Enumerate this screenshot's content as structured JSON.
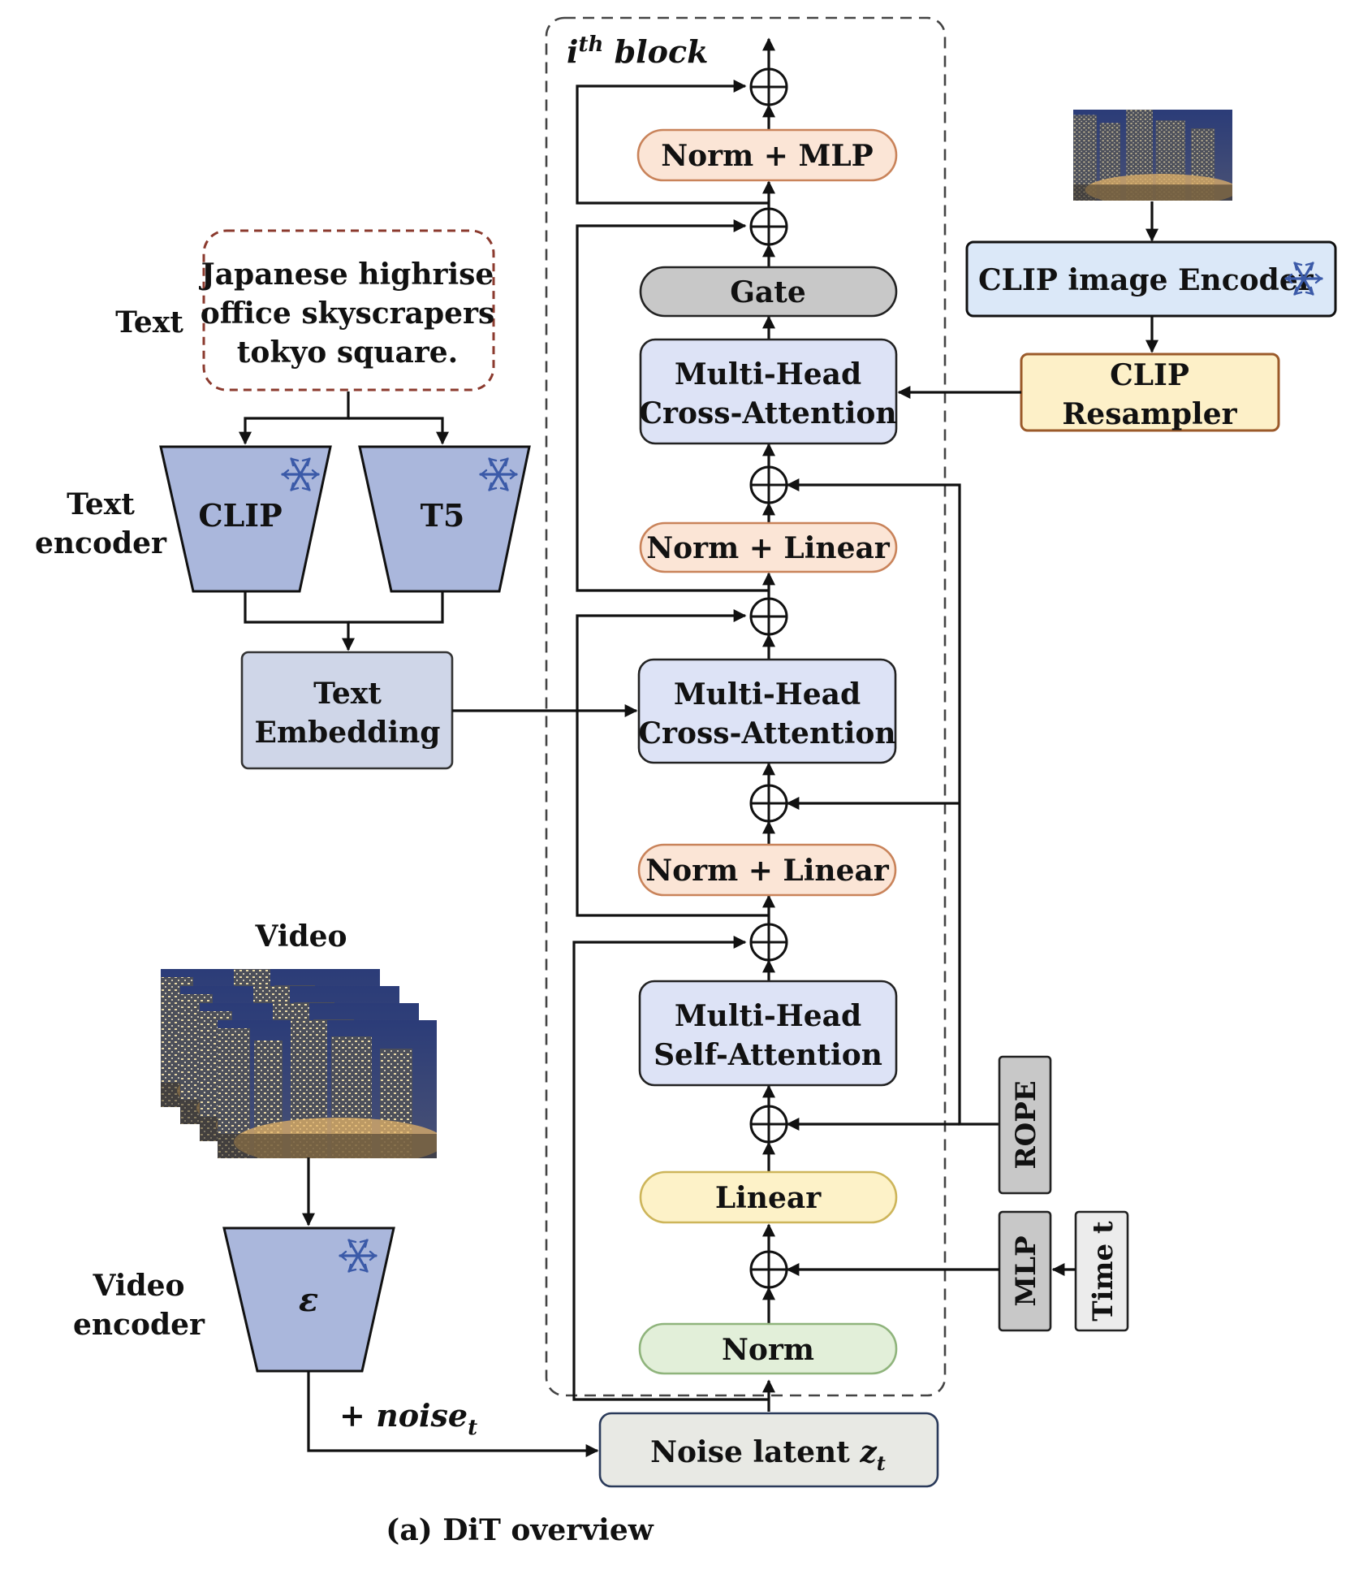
{
  "text_input": {
    "section_label": "Text",
    "prompt": [
      "Japanese highrise",
      "office skyscrapers",
      "tokyo square."
    ]
  },
  "text_encoder": {
    "section_label": [
      "Text",
      "encoder"
    ],
    "clip_label": "CLIP",
    "t5_label": "T5"
  },
  "text_embedding": {
    "lines": [
      "Text",
      "Embedding"
    ]
  },
  "video": {
    "section_label": "Video",
    "encoder_section_label": [
      "Video",
      "encoder"
    ],
    "encoder_symbol": "ε",
    "noise_prefix": "+ ",
    "noise_word": "noise",
    "noise_sub": "t"
  },
  "noise_latent": {
    "label": "Noise latent ",
    "var": "z",
    "sub": "t"
  },
  "block": {
    "title_base": "i",
    "title_sup": "th",
    "title_rest": " block",
    "norm_mlp": "Norm + MLP",
    "gate": "Gate",
    "cross_attn_image": [
      "Multi-Head",
      "Cross-Attention"
    ],
    "norm_linear_top": "Norm + Linear",
    "cross_attn_text": [
      "Multi-Head",
      "Cross-Attention"
    ],
    "norm_linear_bottom": "Norm + Linear",
    "self_attn": [
      "Multi-Head",
      "Self-Attention"
    ],
    "linear": "Linear",
    "norm": "Norm"
  },
  "image_branch": {
    "encoder_label": "CLIP image Encoder",
    "resampler": [
      "CLIP",
      "Resampler"
    ]
  },
  "side_inputs": {
    "rope": "ROPE",
    "mlp": "MLP",
    "time": "Time t"
  },
  "caption": "(a) DiT overview",
  "colors": {
    "norm_mlp_fill": "#fbe5d6",
    "norm_mlp_stroke": "#c9835a",
    "gate_fill": "#c8c8c8",
    "attention_fill": "#dde3f6",
    "linear_fill": "#fdf2c8",
    "linear_stroke": "#cdb55a",
    "norm_fill": "#e2efd9",
    "norm_stroke": "#8fb47c",
    "encoder_fill": "#aab7dc",
    "embedding_fill": "#cfd6e8",
    "clip_encoder_fill": "#dbe8f8",
    "resampler_fill": "#fdf0c8",
    "resampler_stroke": "#9b5a2a",
    "snowflake": "#3b5aa8",
    "prompt_border": "#8b3a2e"
  }
}
